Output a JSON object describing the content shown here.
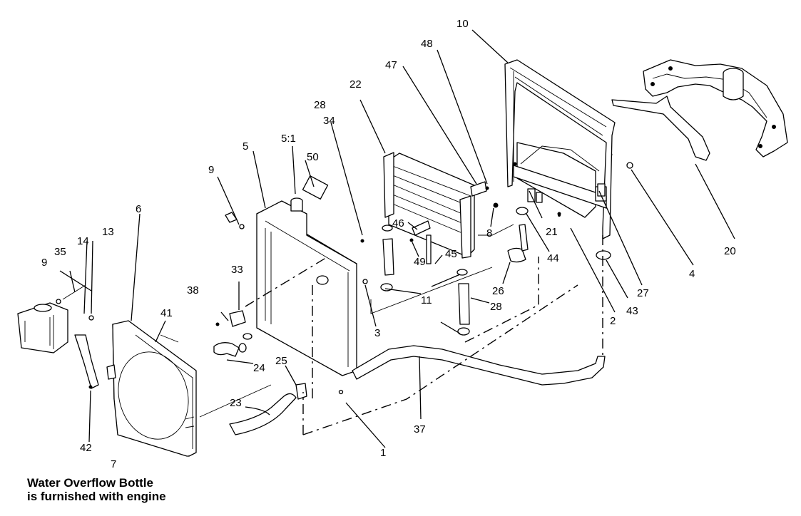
{
  "caption": {
    "line1": "Water Overflow Bottle",
    "line2": "is furnished with engine"
  },
  "callouts": {
    "c1": "1",
    "c2": "2",
    "c3": "3",
    "c4": "4",
    "c5": "5",
    "c5_1": "5:1",
    "c6": "6",
    "c7": "7",
    "c8": "8",
    "c9a": "9",
    "c9b": "9",
    "c10": "10",
    "c11": "11",
    "c13": "13",
    "c14": "14",
    "c20": "20",
    "c21": "21",
    "c22": "22",
    "c23": "23",
    "c24": "24",
    "c25": "25",
    "c26": "26",
    "c27": "27",
    "c28a": "28",
    "c28b": "28",
    "c33": "33",
    "c34": "34",
    "c35": "35",
    "c37": "37",
    "c38": "38",
    "c41": "41",
    "c42": "42",
    "c43": "43",
    "c44": "44",
    "c45": "45",
    "c46": "46",
    "c47": "47",
    "c48": "48",
    "c49": "49",
    "c50": "50"
  }
}
